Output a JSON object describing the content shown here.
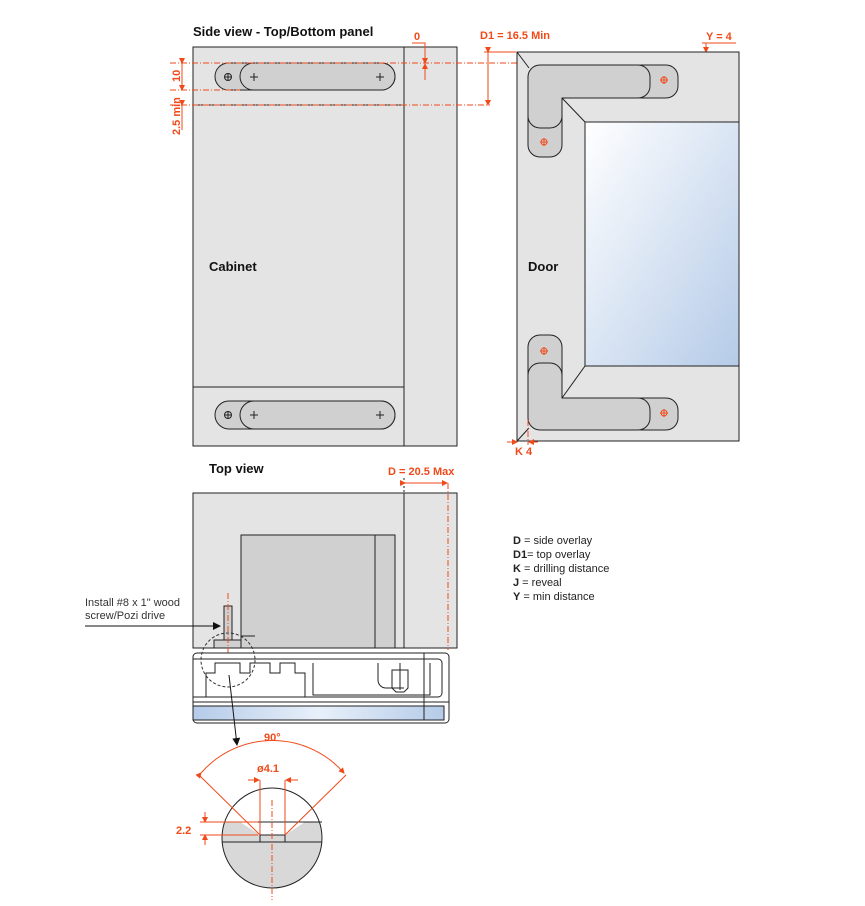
{
  "side_view": {
    "title": "Side view - Top/Bottom panel",
    "cabinet_label": "Cabinet",
    "door_label": "Door"
  },
  "dimensions": {
    "zero": "0",
    "d1": "D1 = 16.5 Min",
    "y": "Y = 4",
    "ten": "10",
    "min": "2.5 min",
    "k": "K 4",
    "d": "D = 20.5 Max",
    "angle": "90°",
    "dia": "ø4.1",
    "depth": "2.2"
  },
  "top_view": {
    "title": "Top view",
    "note_line1": "Install #8 x 1\" wood",
    "note_line2": "screw/Pozi drive"
  },
  "legend": [
    {
      "key": "D",
      "text": " = side overlay"
    },
    {
      "key": "D1",
      "text": "= top overlay"
    },
    {
      "key": "K",
      "text": " = drilling distance"
    },
    {
      "key": "J",
      "text": " = reveal"
    },
    {
      "key": "Y",
      "text": " = min distance"
    }
  ],
  "colors": {
    "accent": "#f04a1a",
    "panel": "#e4e4e4",
    "part": "#d0d0d0",
    "glass": "#b8cfe8"
  }
}
